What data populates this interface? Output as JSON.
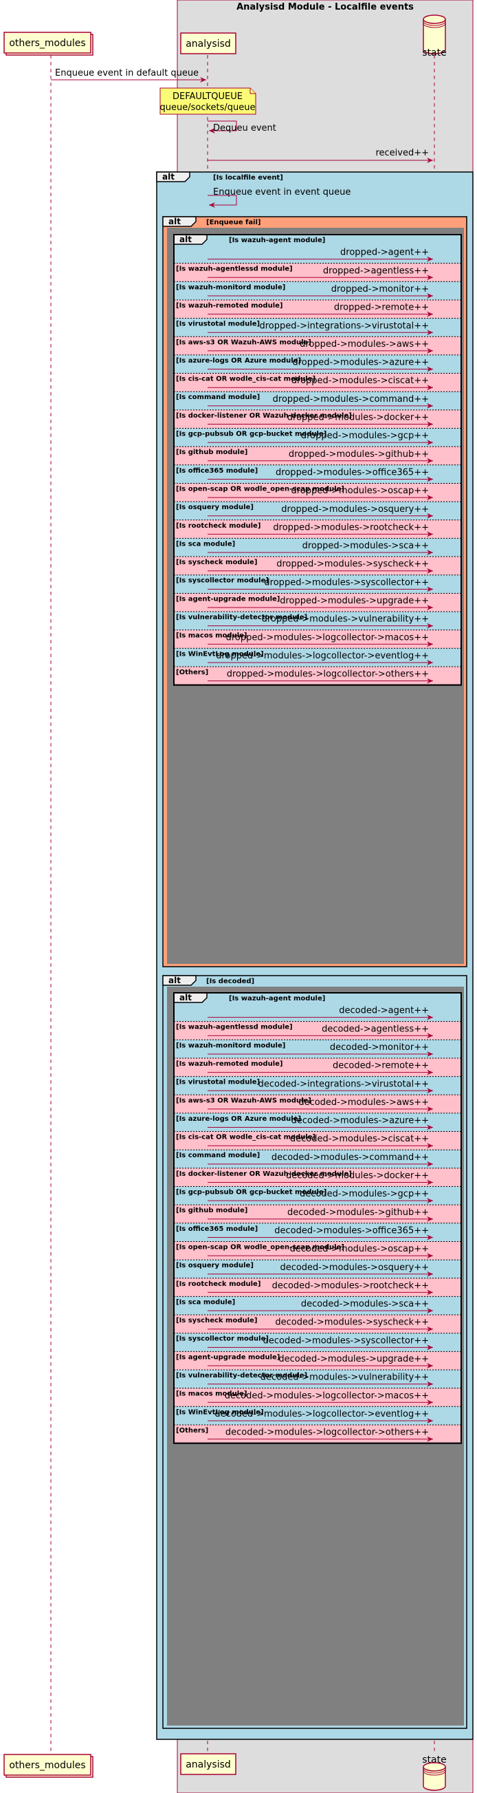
{
  "box_title": "Analysisd Module - Localfile events",
  "participants": {
    "others": "others_modules",
    "analysisd": "analysisd",
    "state": "state"
  },
  "colors": {
    "box_bg": "#dddddd",
    "participant_fill": "#fefece",
    "participant_border": "#a80036",
    "lifeline": "#a80036",
    "arrow": "#a80036",
    "note_fill": "#fbfb77",
    "blue": "#add8e6",
    "pink": "#ffc0cb",
    "salmon": "#ffa07a",
    "gray": "#808080"
  },
  "intro_messages": [
    "Enqueue event in default queue",
    "Dequeu event",
    "received++"
  ],
  "note": [
    "DEFAULTQUEUE",
    "queue/sockets/queue"
  ],
  "alt_keyword": "alt",
  "outer_condition": "[Is localfile event]",
  "enqueue_message": "Enqueue event in event queue",
  "enqueue_fail_condition": "[Enqueue fail]",
  "decoded_condition": "[Is decoded]",
  "module_conditions": [
    "[Is wazuh-agent module]",
    "[Is wazuh-agentlessd module]",
    "[Is wazuh-monitord module]",
    "[Is wazuh-remoted module]",
    "[Is virustotal module]",
    "[Is aws-s3 OR Wazuh-AWS module]",
    "[Is azure-logs OR Azure module]",
    "[Is cis-cat OR wodle_cis-cat module]",
    "[Is command module]",
    "[Is docker-listener OR Wazuh-docker module]",
    "[Is gcp-pubsub OR gcp-bucket module]",
    "[Is github module]",
    "[Is office365 module]",
    "[Is open-scap OR wodle_open-scap module]",
    "[Is osquery module]",
    "[Is rootcheck module]",
    "[Is sca module]",
    "[Is syscheck module]",
    "[Is syscollector module]",
    "[Is agent-upgrade module]",
    "[Is vulnerability-detector module]",
    "[Is macos module]",
    "[Is WinEvtLog module]",
    "[Others]"
  ],
  "dropped_messages": [
    "dropped->agent++",
    "dropped->agentless++",
    "dropped->monitor++",
    "dropped->remote++",
    "dropped->integrations->virustotal++",
    "dropped->modules->aws++",
    "dropped->modules->azure++",
    "dropped->modules->ciscat++",
    "dropped->modules->command++",
    "dropped->modules->docker++",
    "dropped->modules->gcp++",
    "dropped->modules->github++",
    "dropped->modules->office365++",
    "dropped->modules->oscap++",
    "dropped->modules->osquery++",
    "dropped->modules->rootcheck++",
    "dropped->modules->sca++",
    "dropped->modules->syscheck++",
    "dropped->modules->syscollector++",
    "dropped->modules->upgrade++",
    "dropped->modules->vulnerability++",
    "dropped->modules->logcollector->macos++",
    "dropped->modules->logcollector->eventlog++",
    "dropped->modules->logcollector->others++"
  ],
  "decoded_messages": [
    "decoded->agent++",
    "decoded->agentless++",
    "decoded->monitor++",
    "decoded->remote++",
    "decoded->integrations->virustotal++",
    "decoded->modules->aws++",
    "decoded->modules->azure++",
    "decoded->modules->ciscat++",
    "decoded->modules->command++",
    "decoded->modules->docker++",
    "decoded->modules->gcp++",
    "decoded->modules->github++",
    "decoded->modules->office365++",
    "decoded->modules->oscap++",
    "decoded->modules->osquery++",
    "decoded->modules->rootcheck++",
    "decoded->modules->sca++",
    "decoded->modules->syscheck++",
    "decoded->modules->syscollector++",
    "decoded->modules->upgrade++",
    "decoded->modules->vulnerability++",
    "decoded->modules->logcollector->macos++",
    "decoded->modules->logcollector->eventlog++",
    "decoded->modules->logcollector->others++"
  ]
}
